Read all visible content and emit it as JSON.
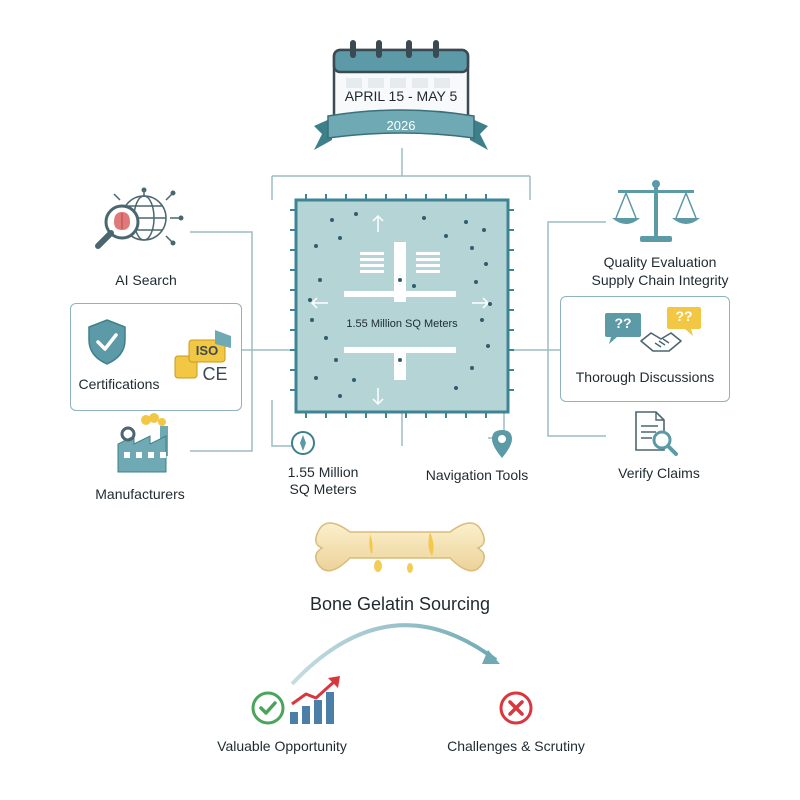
{
  "calendar": {
    "dates": "APRIL 15 - MAY 5",
    "year": "2026"
  },
  "floorplan": {
    "area": "1.55 Million SQ Meters"
  },
  "left": {
    "ai_search": "AI Search",
    "certifications": "Certifications",
    "iso_badge": "ISO",
    "ce_mark": "CE",
    "manufacturers": "Manufacturers"
  },
  "bottom": {
    "area_line1": "1.55 Million",
    "area_line2": "SQ Meters",
    "navigation": "Navigation Tools"
  },
  "right": {
    "quality_line1": "Quality Evaluation",
    "quality_line2": "Supply Chain Integrity",
    "question_marks": "??",
    "discussions": "Thorough Discussions",
    "verify": "Verify Claims"
  },
  "center": {
    "title": "Bone Gelatin Sourcing"
  },
  "outcomes": {
    "opportunity": "Valuable Opportunity",
    "challenges": "Challenges & Scrutiny"
  },
  "colors": {
    "teal": "#5b9aa6",
    "floor": "#b4d4d6",
    "frame": "#3e8493",
    "line": "#9cbcc4",
    "gold": "#f2c744",
    "green": "#4aa55a",
    "red": "#d9363e"
  }
}
